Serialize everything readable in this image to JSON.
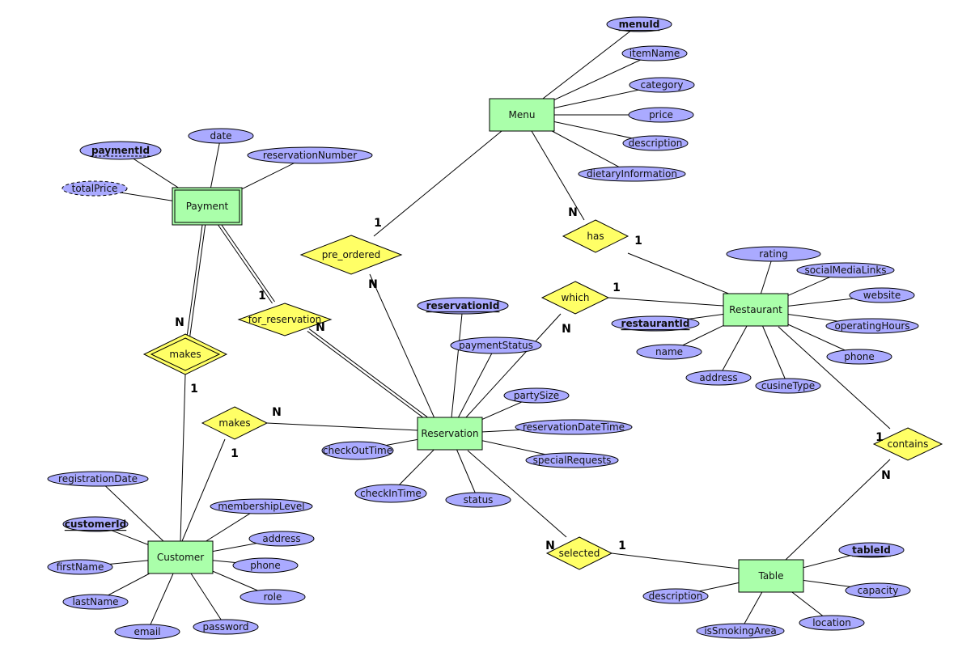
{
  "colors": {
    "entity": "#aaffaa",
    "attribute": "#aaaaff",
    "relationship": "#ffff66",
    "stroke": "#000000"
  },
  "entities": [
    {
      "name": "Menu",
      "weak": false,
      "attributes": [
        {
          "name": "menuId",
          "kind": "key"
        },
        {
          "name": "itemName",
          "kind": "normal"
        },
        {
          "name": "category",
          "kind": "normal"
        },
        {
          "name": "price",
          "kind": "normal"
        },
        {
          "name": "description",
          "kind": "normal"
        },
        {
          "name": "dietaryInformation",
          "kind": "normal"
        }
      ]
    },
    {
      "name": "Payment",
      "weak": true,
      "attributes": [
        {
          "name": "paymentId",
          "kind": "partial_key"
        },
        {
          "name": "date",
          "kind": "normal"
        },
        {
          "name": "reservationNumber",
          "kind": "normal"
        },
        {
          "name": "totalPrice",
          "kind": "derived"
        }
      ]
    },
    {
      "name": "Restaurant",
      "weak": false,
      "attributes": [
        {
          "name": "rating",
          "kind": "normal"
        },
        {
          "name": "socialMediaLinks",
          "kind": "normal"
        },
        {
          "name": "website",
          "kind": "normal"
        },
        {
          "name": "operatingHours",
          "kind": "normal"
        },
        {
          "name": "phone",
          "kind": "normal"
        },
        {
          "name": "cusineType",
          "kind": "normal"
        },
        {
          "name": "address",
          "kind": "normal"
        },
        {
          "name": "name",
          "kind": "normal"
        },
        {
          "name": "restaurantId",
          "kind": "key"
        }
      ]
    },
    {
      "name": "Reservation",
      "weak": false,
      "attributes": [
        {
          "name": "reservationId",
          "kind": "key"
        },
        {
          "name": "paymentStatus",
          "kind": "normal"
        },
        {
          "name": "partySize",
          "kind": "normal"
        },
        {
          "name": "reservationDateTime",
          "kind": "normal"
        },
        {
          "name": "specialRequests",
          "kind": "normal"
        },
        {
          "name": "status",
          "kind": "normal"
        },
        {
          "name": "checkInTime",
          "kind": "normal"
        },
        {
          "name": "checkOutTime",
          "kind": "normal"
        }
      ]
    },
    {
      "name": "Customer",
      "weak": false,
      "attributes": [
        {
          "name": "registrationDate",
          "kind": "normal"
        },
        {
          "name": "customerId",
          "kind": "key"
        },
        {
          "name": "firstName",
          "kind": "normal"
        },
        {
          "name": "lastName",
          "kind": "normal"
        },
        {
          "name": "email",
          "kind": "normal"
        },
        {
          "name": "password",
          "kind": "normal"
        },
        {
          "name": "role",
          "kind": "normal"
        },
        {
          "name": "phone",
          "kind": "normal"
        },
        {
          "name": "address",
          "kind": "normal"
        },
        {
          "name": "membershipLevel",
          "kind": "normal"
        }
      ]
    },
    {
      "name": "Table",
      "weak": false,
      "attributes": [
        {
          "name": "tableId",
          "kind": "key"
        },
        {
          "name": "capacity",
          "kind": "normal"
        },
        {
          "name": "location",
          "kind": "normal"
        },
        {
          "name": "isSmokingArea",
          "kind": "normal"
        },
        {
          "name": "description",
          "kind": "normal"
        }
      ]
    }
  ],
  "relationships": [
    {
      "name": "pre_ordered",
      "identifying": false,
      "links": [
        {
          "entity": "Menu",
          "card": "1",
          "total": false
        },
        {
          "entity": "Reservation",
          "card": "N",
          "total": false
        }
      ]
    },
    {
      "name": "has",
      "identifying": false,
      "links": [
        {
          "entity": "Menu",
          "card": "N",
          "total": false
        },
        {
          "entity": "Restaurant",
          "card": "1",
          "total": false
        }
      ]
    },
    {
      "name": "which",
      "identifying": false,
      "links": [
        {
          "entity": "Restaurant",
          "card": "1",
          "total": false
        },
        {
          "entity": "Reservation",
          "card": "N",
          "total": false
        }
      ]
    },
    {
      "name": "for_reservation",
      "identifying": false,
      "links": [
        {
          "entity": "Payment",
          "card": "1",
          "total": true
        },
        {
          "entity": "Reservation",
          "card": "N",
          "total": true
        }
      ]
    },
    {
      "name": "makes",
      "identifying": true,
      "links": [
        {
          "entity": "Payment",
          "card": "N",
          "total": true
        },
        {
          "entity": "Customer",
          "card": "1",
          "total": false
        }
      ]
    },
    {
      "name": "makes",
      "identifying": false,
      "links": [
        {
          "entity": "Reservation",
          "card": "N",
          "total": false
        },
        {
          "entity": "Customer",
          "card": "1",
          "total": false
        }
      ]
    },
    {
      "name": "contains",
      "identifying": false,
      "links": [
        {
          "entity": "Restaurant",
          "card": "1",
          "total": false
        },
        {
          "entity": "Table",
          "card": "N",
          "total": false
        }
      ]
    },
    {
      "name": "selected",
      "identifying": false,
      "links": [
        {
          "entity": "Reservation",
          "card": "N",
          "total": false
        },
        {
          "entity": "Table",
          "card": "1",
          "total": false
        }
      ]
    }
  ]
}
